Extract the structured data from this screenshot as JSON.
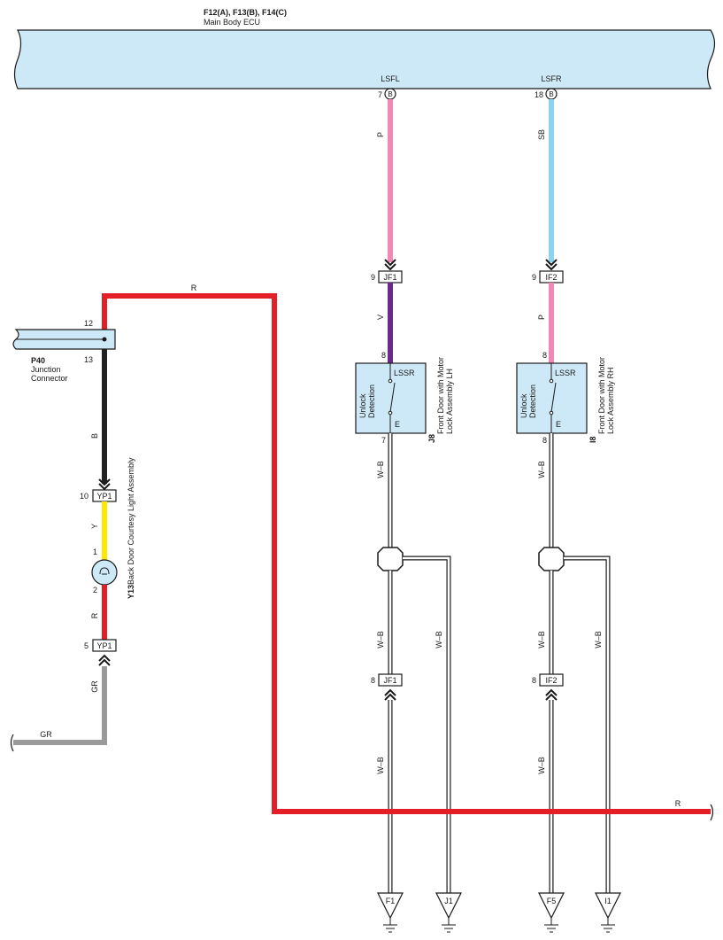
{
  "ecu": {
    "header": "F12(A), F13(B), F14(C)",
    "name": "Main Body ECU",
    "left_terminal": {
      "signal": "LSFL",
      "pin": "7",
      "connector": "B"
    },
    "right_terminal": {
      "signal": "LSFR",
      "pin": "18",
      "connector": "B"
    }
  },
  "junction": {
    "code": "P40",
    "name_line1": "Junction",
    "name_line2": "Connector",
    "pin_top": "12",
    "pin_bottom": "13"
  },
  "courtesy_light": {
    "code": "Y13",
    "name": "Back Door Courtesy Light Assembly",
    "pin_in": "1",
    "pin_out": "2"
  },
  "yp1_upper": {
    "label": "YP1",
    "pin": "10"
  },
  "yp1_lower": {
    "label": "YP1",
    "pin": "5"
  },
  "lh_lock": {
    "code": "J8",
    "name_line1": "Front Door with Motor",
    "name_line2": "Lock Assembly LH",
    "switch": "LSSR",
    "detect_line1": "Unlock",
    "detect_line2": "Detection",
    "ground_term": "E",
    "pin_in": "8",
    "pin_out": "7"
  },
  "rh_lock": {
    "code": "I8",
    "name_line1": "Front Door with Motor",
    "name_line2": "Lock Assembly RH",
    "switch": "LSSR",
    "detect_line1": "Unlock",
    "detect_line2": "Detection",
    "ground_term": "E",
    "pin_in": "8",
    "pin_out": "8"
  },
  "connectors": {
    "jf1_top": {
      "label": "JF1",
      "pin": "9"
    },
    "if2_top": {
      "label": "IF2",
      "pin": "9"
    },
    "jf1_bottom": {
      "label": "JF1",
      "pin": "8"
    },
    "if2_bottom": {
      "label": "IF2",
      "pin": "8"
    }
  },
  "wires": {
    "r_top": "R",
    "r_bottom": "R",
    "b": "B",
    "y": "Y",
    "r_light": "R",
    "gr_vertical": "GR",
    "gr_horizontal": "GR",
    "p_left": "P",
    "v_left": "V",
    "wb_left_1": "W–B",
    "wb_left_2": "W–B",
    "wb_left_3": "W–B",
    "wb_left_shield": "W–B",
    "sb_right": "SB",
    "p_right": "P",
    "wb_right_1": "W–B",
    "wb_right_2": "W–B",
    "wb_right_3": "W–B",
    "wb_right_shield": "W–B"
  },
  "grounds": {
    "g1": "F1",
    "g2": "J1",
    "g3": "F5",
    "g4": "I1"
  },
  "colors": {
    "red": "#e41e26",
    "black": "#222222",
    "yellow": "#ffe600",
    "gray": "#9a9a9a",
    "pink": "#f088b6",
    "sky": "#8dd3ef",
    "purple": "#6a2a8a",
    "ecu_fill": "#cde9f7"
  }
}
